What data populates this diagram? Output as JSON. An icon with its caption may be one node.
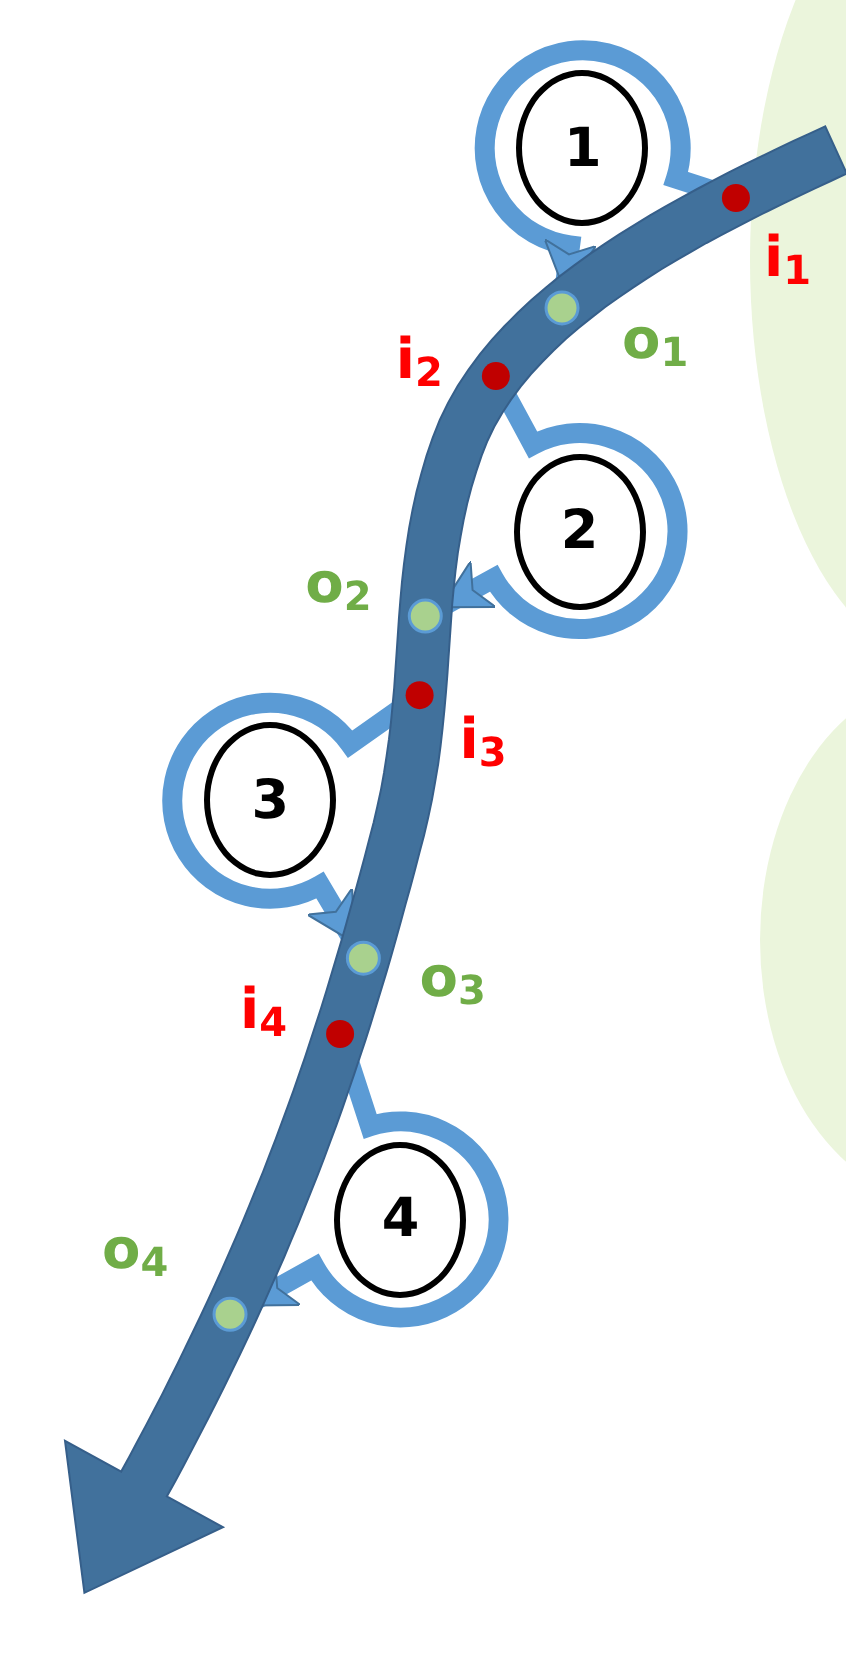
{
  "diagram": {
    "nodes": [
      {
        "text": [],
        "shape": "arrow"
      },
      {
        "text": [
          "1"
        ]
      },
      {
        "text": [],
        "shape": "circle",
        "in": 0,
        "beside": [
          "i$_{1}$"
        ]
      },
      {
        "text": [],
        "shape": "circle",
        "in": 0,
        "beside": [
          "o$_{1}$"
        ]
      },
      {
        "text": [],
        "shape": "circle",
        "in": 0,
        "beside": [
          "i$_{2}$"
        ]
      },
      {
        "text": [
          "2"
        ]
      },
      {
        "text": [],
        "shape": "circle",
        "in": 0,
        "beside": [
          "o$_{2}$"
        ]
      },
      {
        "text": [],
        "shape": "circle",
        "in": 0,
        "beside": [
          "i$_{3}$"
        ]
      },
      {
        "text": [
          "3"
        ]
      },
      {
        "text": [],
        "shape": "circle",
        "in": 0,
        "beside": [
          "o$_{3}$"
        ]
      },
      {
        "text": [],
        "shape": "circle",
        "in": 0,
        "beside": [
          "i$_{4}$"
        ]
      },
      {
        "text": [
          "4"
        ]
      },
      {
        "text": [],
        "shape": "circle",
        "in": 0,
        "beside": [
          "o$_{4}$"
        ]
      }
    ],
    "edges": [
      {
        "from": 2,
        "to": 3,
        "arrow": "to"
      },
      {
        "from": 4,
        "to": 6,
        "arrow": "to"
      },
      {
        "from": 7,
        "to": 9,
        "arrow": "to"
      },
      {
        "from": 10,
        "to": 12,
        "arrow": "to"
      }
    ]
  }
}
